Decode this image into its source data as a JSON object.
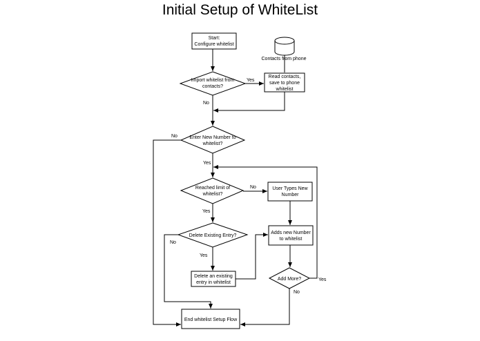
{
  "title": "Initial Setup of WhiteList",
  "nodes": {
    "start": [
      "Start:",
      "Configure whitelist"
    ],
    "contacts_db": "Contacts from phone",
    "import_decision": [
      "Import whitelist from",
      "contacts?"
    ],
    "read_contacts": [
      "Read contacts,",
      "save to phone",
      "whitelist"
    ],
    "enter_decision": [
      "Enter New Number to",
      "whitelist?"
    ],
    "limit_decision": [
      "Reached limit of",
      "whitelist?"
    ],
    "user_types": [
      "User Types New",
      "Number"
    ],
    "delete_decision": "Delete Existing Entry?",
    "adds_number": [
      "Adds new Number",
      "to whitelist"
    ],
    "delete_entry": [
      "Delete an existing",
      "entry in whitelist"
    ],
    "add_more": "Add More?",
    "end": "End whitelist Setup Flow"
  },
  "edge_labels": {
    "import_yes": "Yes",
    "import_no": "No",
    "enter_no": "No",
    "enter_yes": "Yes",
    "limit_no": "No",
    "limit_yes": "Yes",
    "delete_no": "No",
    "delete_yes": "Yes",
    "addmore_yes": "Yes",
    "addmore_no": "No"
  }
}
